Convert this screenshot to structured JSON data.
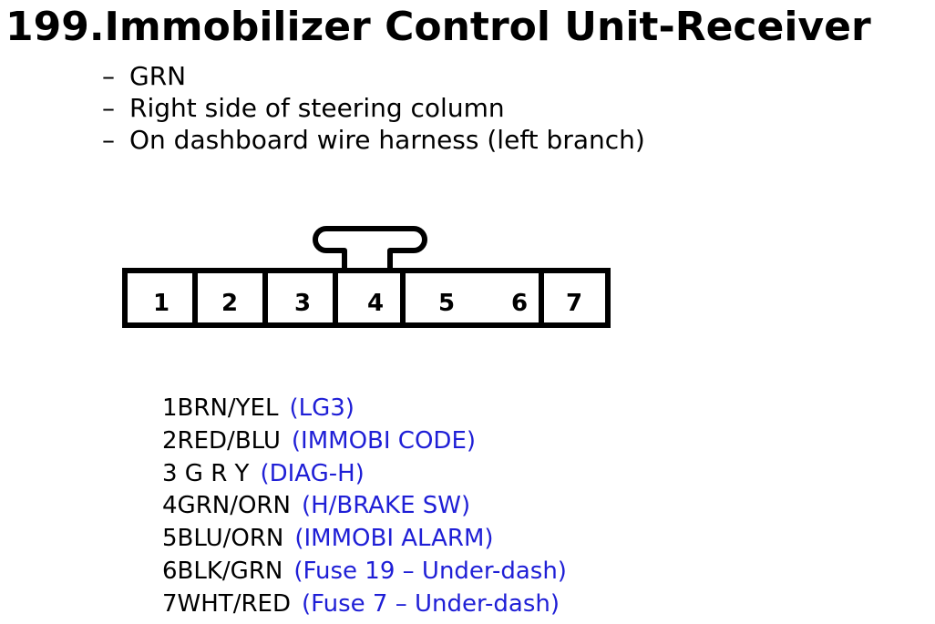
{
  "title": "199.Immobilizer Control Unit-Receiver",
  "details": [
    {
      "dash": "–",
      "text": "GRN"
    },
    {
      "dash": "–",
      "text": "Right side of steering column"
    },
    {
      "dash": "–",
      "text": "On dashboard wire harness (left branch)"
    }
  ],
  "connector": {
    "pins": [
      "1",
      "2",
      "3",
      "4",
      "5",
      "6",
      "7"
    ]
  },
  "pin_list": [
    {
      "num": "1",
      "wire": "BRN/YEL",
      "function": "(LG3)"
    },
    {
      "num": "2",
      "wire": "RED/BLU",
      "function": "(IMMOBI CODE)"
    },
    {
      "num": "3",
      "wire": " G R Y",
      "function": "(DIAG-H)"
    },
    {
      "num": "4",
      "wire": "GRN/ORN",
      "function": "(H/BRAKE SW)"
    },
    {
      "num": "5",
      "wire": "BLU/ORN",
      "function": "(IMMOBI ALARM)"
    },
    {
      "num": "6",
      "wire": "BLK/GRN",
      "function": "(Fuse 19 – Under-dash)"
    },
    {
      "num": "7",
      "wire": "WHT/RED",
      "function": "(Fuse 7 – Under-dash)"
    }
  ],
  "colors": {
    "text": "#000000",
    "function_text": "#1f1fd6",
    "background": "#ffffff"
  }
}
